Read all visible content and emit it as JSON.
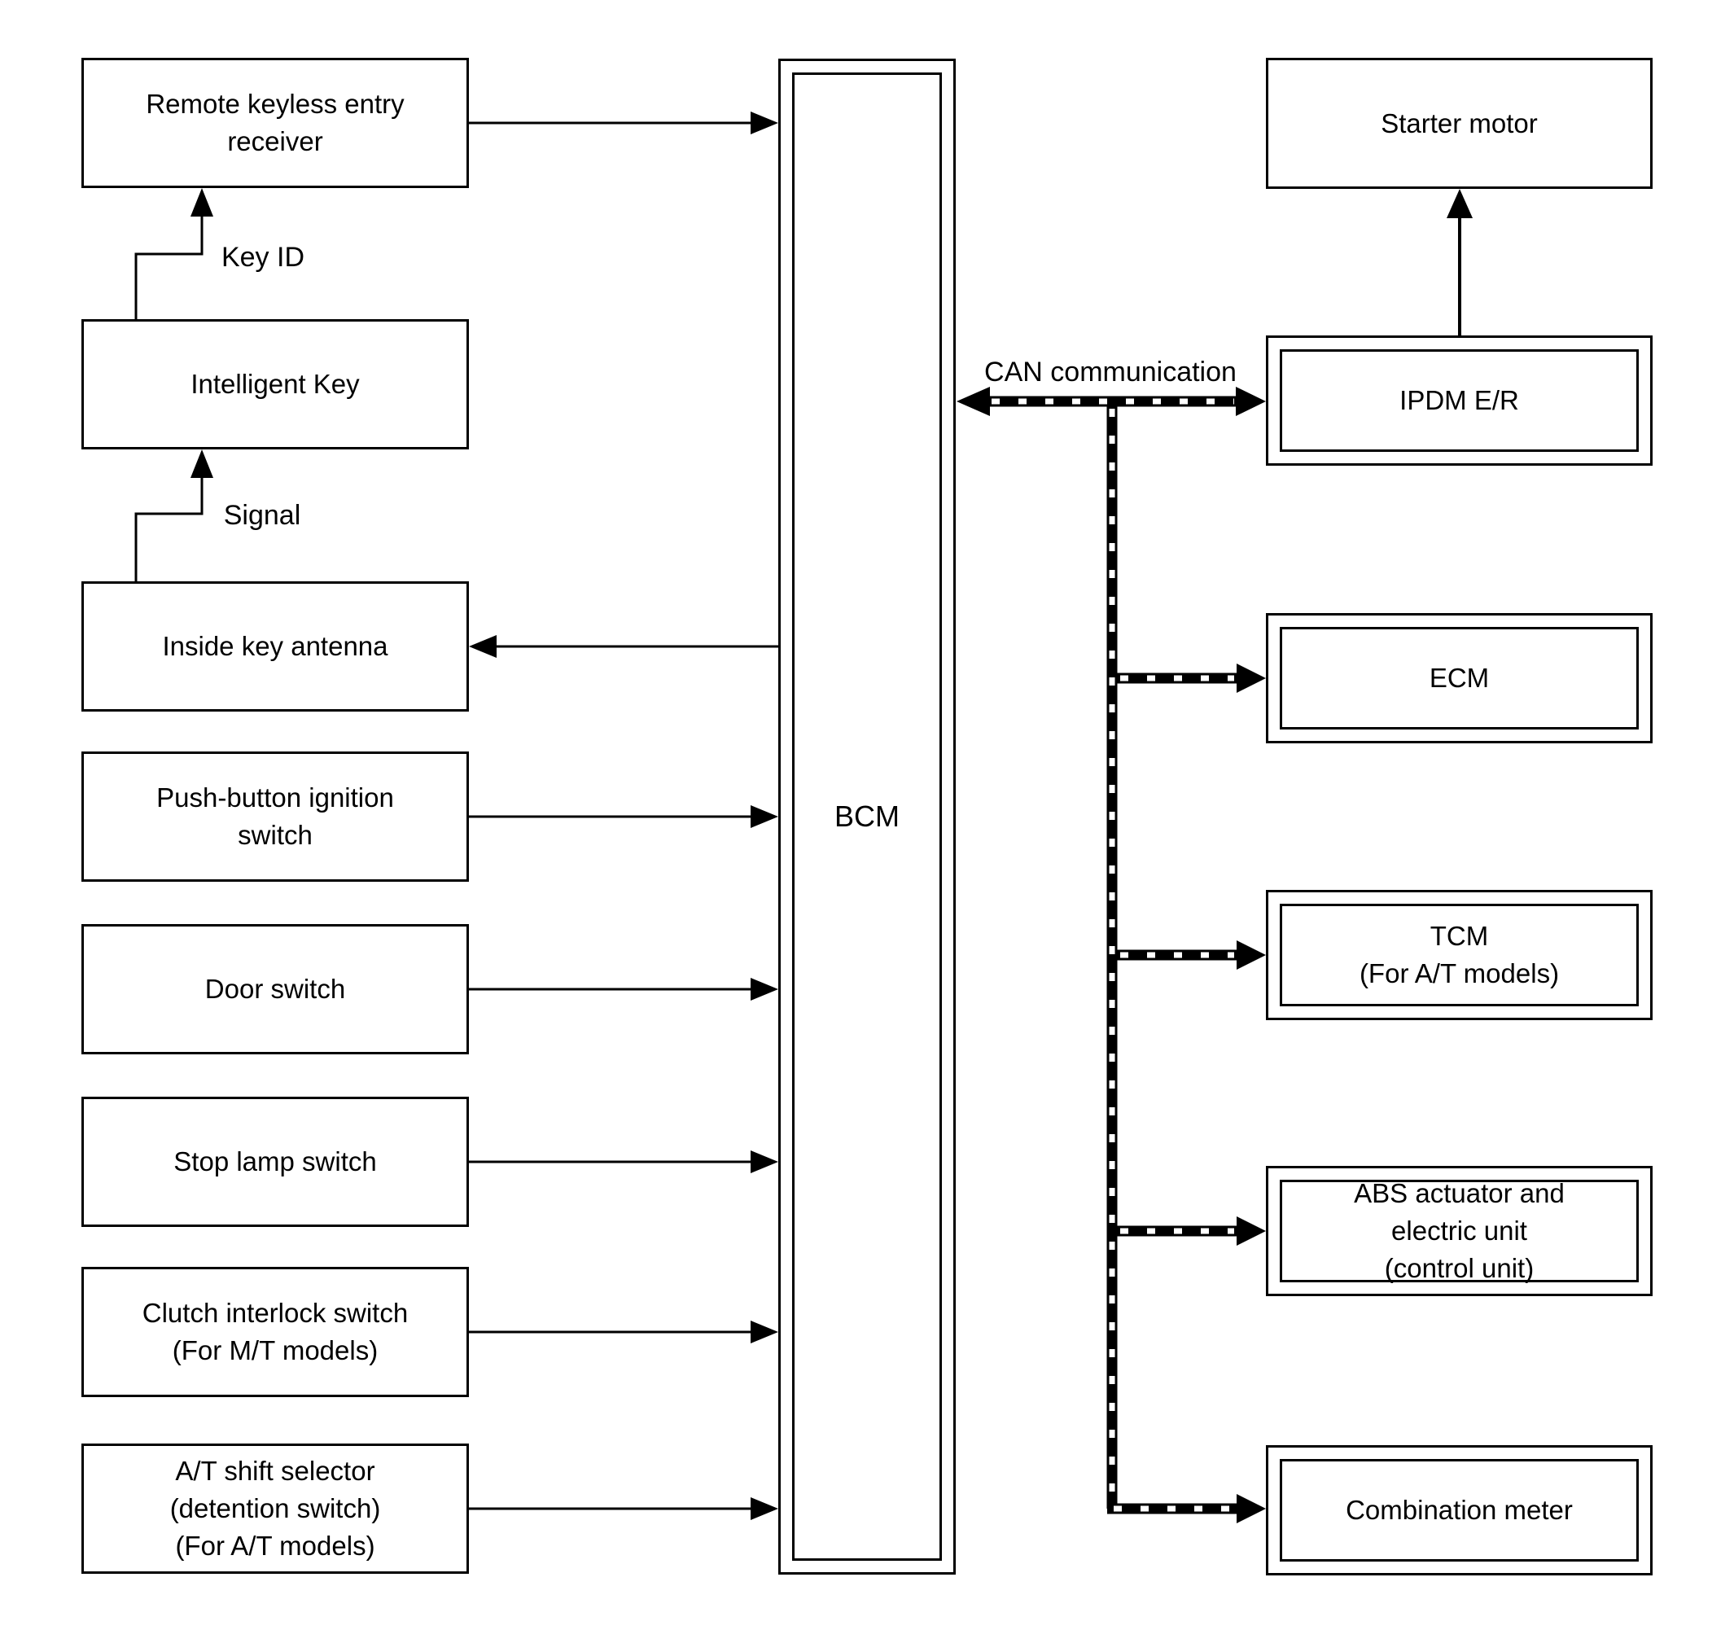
{
  "colors": {
    "background": "#ffffff",
    "ink": "#000000"
  },
  "left_column": [
    {
      "label_lines": [
        "Remote keyless entry",
        "receiver"
      ]
    },
    {
      "label_lines": [
        "Intelligent Key"
      ]
    },
    {
      "label_lines": [
        "Inside key antenna"
      ]
    },
    {
      "label_lines": [
        "Push-button ignition",
        "switch"
      ]
    },
    {
      "label_lines": [
        "Door switch"
      ]
    },
    {
      "label_lines": [
        "Stop lamp switch"
      ]
    },
    {
      "label_lines": [
        "Clutch interlock switch",
        "(For M/T models)"
      ]
    },
    {
      "label_lines": [
        "A/T shift selector",
        "(detention switch)",
        "(For A/T models)"
      ]
    }
  ],
  "bcm": {
    "label": "BCM"
  },
  "right_column": [
    {
      "label_lines": [
        "Starter motor"
      ]
    },
    {
      "label_lines": [
        "IPDM E/R"
      ]
    },
    {
      "label_lines": [
        "ECM"
      ]
    },
    {
      "label_lines": [
        "TCM",
        "(For A/T models)"
      ]
    },
    {
      "label_lines": [
        "ABS actuator and",
        "electric unit",
        "(control unit)"
      ]
    },
    {
      "label_lines": [
        "Combination meter"
      ]
    }
  ],
  "annotations": {
    "key_id": "Key ID",
    "signal": "Signal",
    "can": "CAN communication"
  }
}
